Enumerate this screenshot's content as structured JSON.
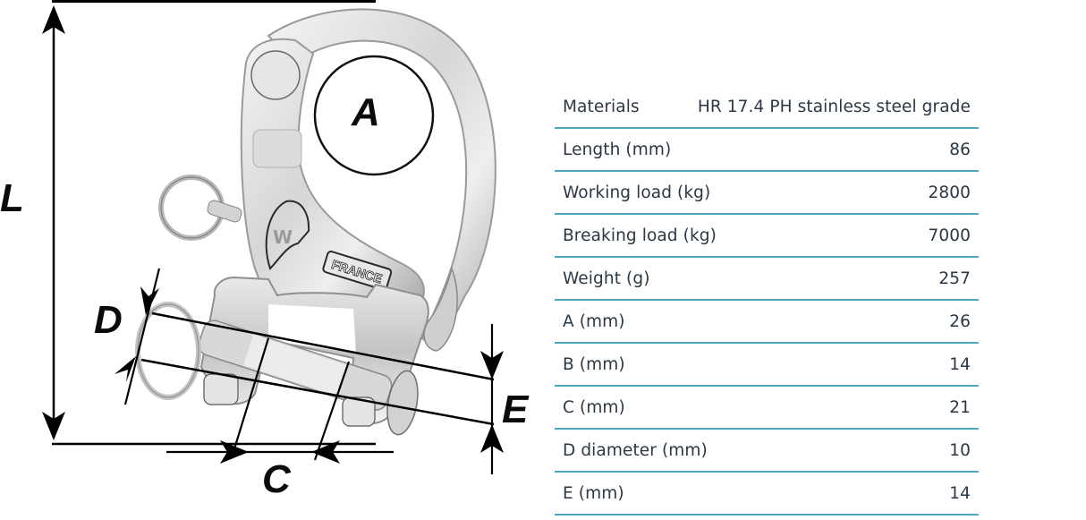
{
  "diagram": {
    "subject": "snap shackle with pin and ring",
    "stamp_text": "FRANCE",
    "dimension_labels": {
      "L": "L",
      "A": "A",
      "C": "C",
      "D": "D",
      "E": "E"
    }
  },
  "specs": {
    "line_color": "#4ba9ba",
    "text_color": "#2b3744",
    "rows": [
      {
        "label": "Materials",
        "value": "HR 17.4 PH stainless steel grade"
      },
      {
        "label": "Length (mm)",
        "value": "86"
      },
      {
        "label": "Working load (kg)",
        "value": "2800"
      },
      {
        "label": "Breaking load (kg)",
        "value": "7000"
      },
      {
        "label": "Weight (g)",
        "value": "257"
      },
      {
        "label": "A (mm)",
        "value": "26"
      },
      {
        "label": "B (mm)",
        "value": "14"
      },
      {
        "label": "C (mm)",
        "value": "21"
      },
      {
        "label": "D diameter (mm)",
        "value": "10"
      },
      {
        "label": "E (mm)",
        "value": "14"
      }
    ]
  }
}
